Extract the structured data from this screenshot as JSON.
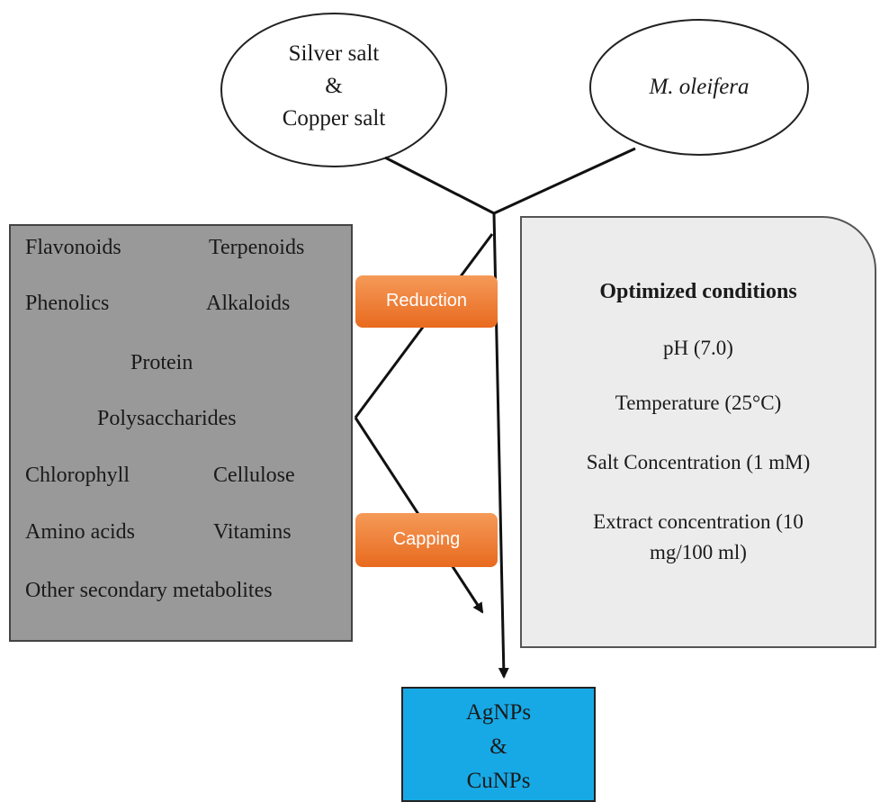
{
  "source_nodes": {
    "salts": {
      "line1": "Silver salt",
      "line2": "&",
      "line3": "Copper salt"
    },
    "plant": {
      "label": "M. oleifera"
    }
  },
  "phytochemicals": {
    "row1": [
      "Flavonoids",
      "Terpenoids"
    ],
    "row2": [
      "Phenolics",
      "Alkaloids"
    ],
    "row3": "Protein",
    "row4": "Polysaccharides",
    "row5": [
      "Chlorophyll",
      "Cellulose"
    ],
    "row6": [
      "Amino acids",
      "Vitamins"
    ],
    "row7": "Other secondary metabolites"
  },
  "processes": {
    "reduction": "Reduction",
    "capping": "Capping"
  },
  "conditions": {
    "title": "Optimized conditions",
    "ph": "pH (7.0)",
    "temperature": "Temperature (25°C)",
    "salt": "Salt Concentration (1 mM)",
    "extract_line1": "Extract concentration (10",
    "extract_line2": "mg/100 ml)"
  },
  "product": {
    "line1": "AgNPs",
    "line2": "&",
    "line3": "CuNPs"
  },
  "colors": {
    "box_gray": "#999999",
    "box_light": "#ececec",
    "pill_orange": "#ec7a2c",
    "product_blue": "#17a9e6"
  }
}
